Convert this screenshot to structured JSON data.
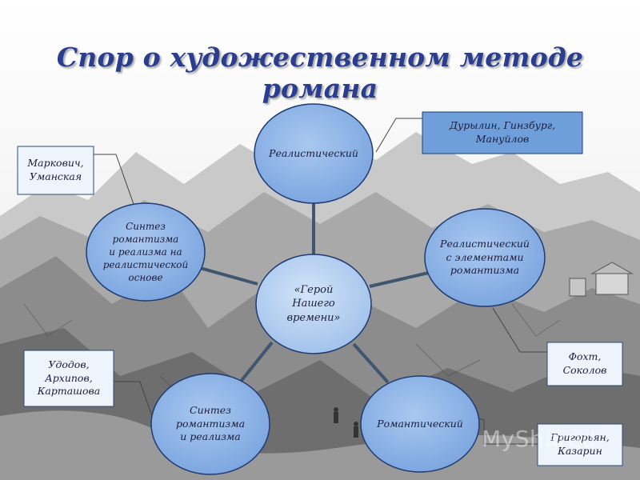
{
  "title": "Спор о художественном методе романа",
  "center": "«Герой\nНашего\nвремени»",
  "methods": [
    "Реалистический",
    "Реалистический\nс элементами\nромантизма",
    "Романтический",
    "Синтез\nромантизма\nи реализма",
    "Синтез\nромантизма\nи реализма на\nреалистической\nоснове"
  ],
  "scholars": [
    "Дурылин, Гинзбург,\nМануйлов",
    "Фохт,\nСоколов",
    "Григорьян,\nКазарин",
    "Удодов,\nАрхипов,\nКарташова",
    "Маркович,\nУманская"
  ],
  "watermark": "MyShared",
  "colors": {
    "title": "#2a3d8f",
    "circle_fill": "#8fb4e6",
    "circle_stroke": "#1f3b72",
    "center_fill": "#b8d2f2",
    "spoke": "#3f5570",
    "box_light": "#eef4fc",
    "box_blue": "#6f9fdb"
  }
}
